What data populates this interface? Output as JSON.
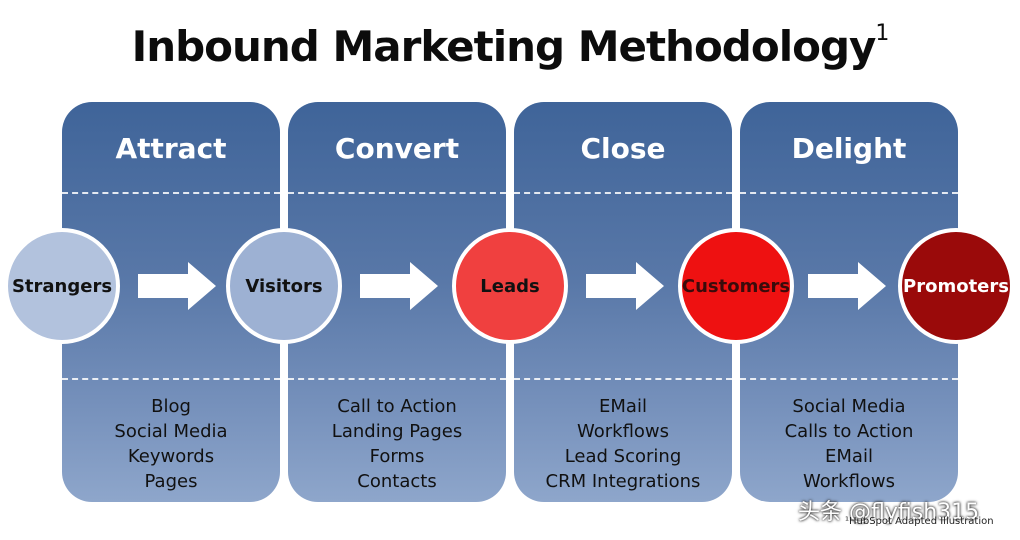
{
  "title": "Inbound Marketing Methodology",
  "title_superscript": "1",
  "stages": [
    {
      "name": "Attract",
      "items": [
        "Blog",
        "Social Media",
        "Keywords",
        "Pages"
      ]
    },
    {
      "name": "Convert",
      "items": [
        "Call to Action",
        "Landing Pages",
        "Forms",
        "Contacts"
      ]
    },
    {
      "name": "Close",
      "items": [
        "EMail",
        "Workflows",
        "Lead Scoring",
        "CRM Integrations"
      ]
    },
    {
      "name": "Delight",
      "items": [
        "Social Media",
        "Calls to Action",
        "EMail",
        "Workflows"
      ]
    }
  ],
  "nodes": [
    {
      "label": "Strangers",
      "color": "#b2c2dd",
      "text_color": "#111111"
    },
    {
      "label": "Visitors",
      "color": "#9db1d3",
      "text_color": "#111111"
    },
    {
      "label": "Leads",
      "color": "#f0403f",
      "text_color": "#111111"
    },
    {
      "label": "Customers",
      "color": "#ee1111",
      "text_color": "#3a0b0b"
    },
    {
      "label": "Promoters",
      "color": "#9a0a0a",
      "text_color": "#ffffff"
    }
  ],
  "footnote": "¹HubSpot Adapted Illustration",
  "watermark": "头条 @flyfish315",
  "colors": {
    "stage_top": "#3f6499",
    "stage_bottom": "#8ea6cb",
    "arrow": "#ffffff"
  }
}
